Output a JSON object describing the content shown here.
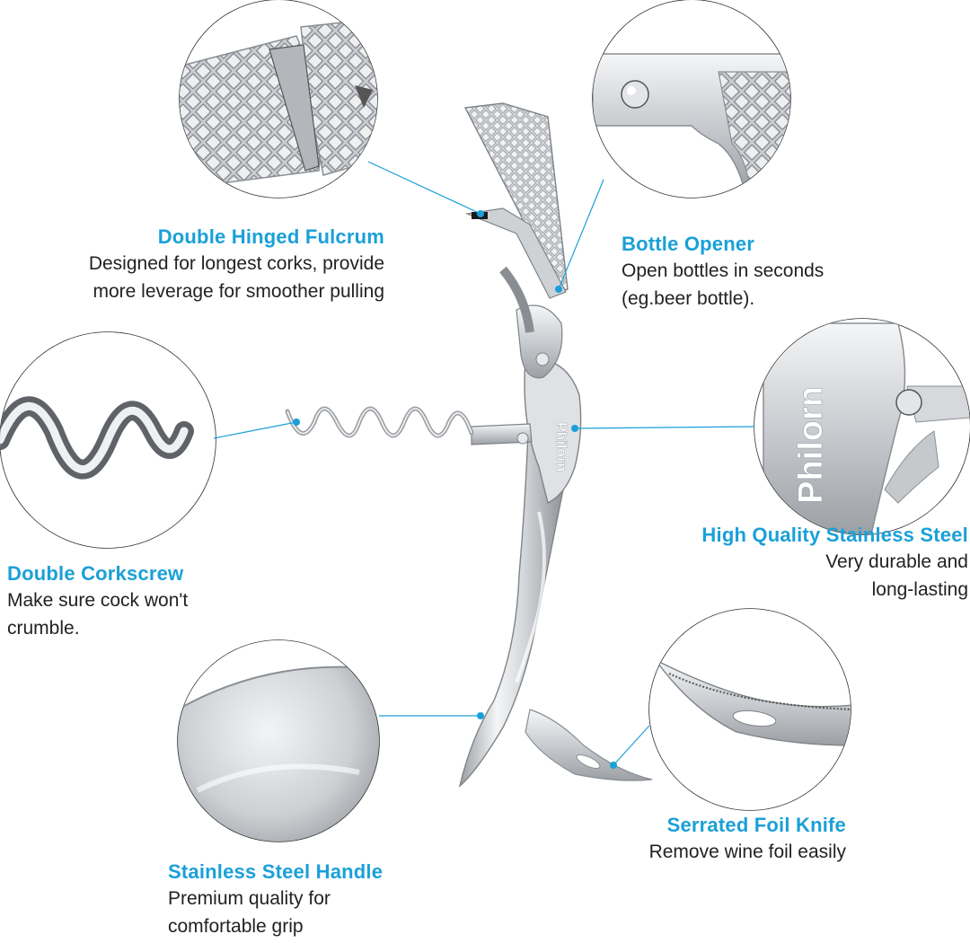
{
  "brand": "Philorn",
  "colors": {
    "accent": "#1aa0d8",
    "text": "#222222",
    "steel_light": "#f2f3f4",
    "steel_mid": "#c5c8cc",
    "steel_dark": "#7e8388"
  },
  "features": {
    "fulcrum": {
      "title": "Double Hinged Fulcrum",
      "desc1": "Designed for longest corks, provide",
      "desc2": "more leverage for smoother pulling"
    },
    "opener": {
      "title": "Bottle Opener",
      "desc1": "Open bottles in seconds",
      "desc2": "(eg.beer bottle)."
    },
    "steel": {
      "title": "High Quality Stainless Steel",
      "desc1": "Very durable and",
      "desc2": "long-lasting"
    },
    "corkscrew": {
      "title": "Double Corkscrew",
      "desc1": "Make sure cock won't",
      "desc2": "crumble."
    },
    "knife": {
      "title": "Serrated Foil Knife",
      "desc1": "Remove wine foil easily"
    },
    "handle": {
      "title": "Stainless Steel Handle",
      "desc1": "Premium quality for",
      "desc2": "comfortable grip"
    }
  }
}
